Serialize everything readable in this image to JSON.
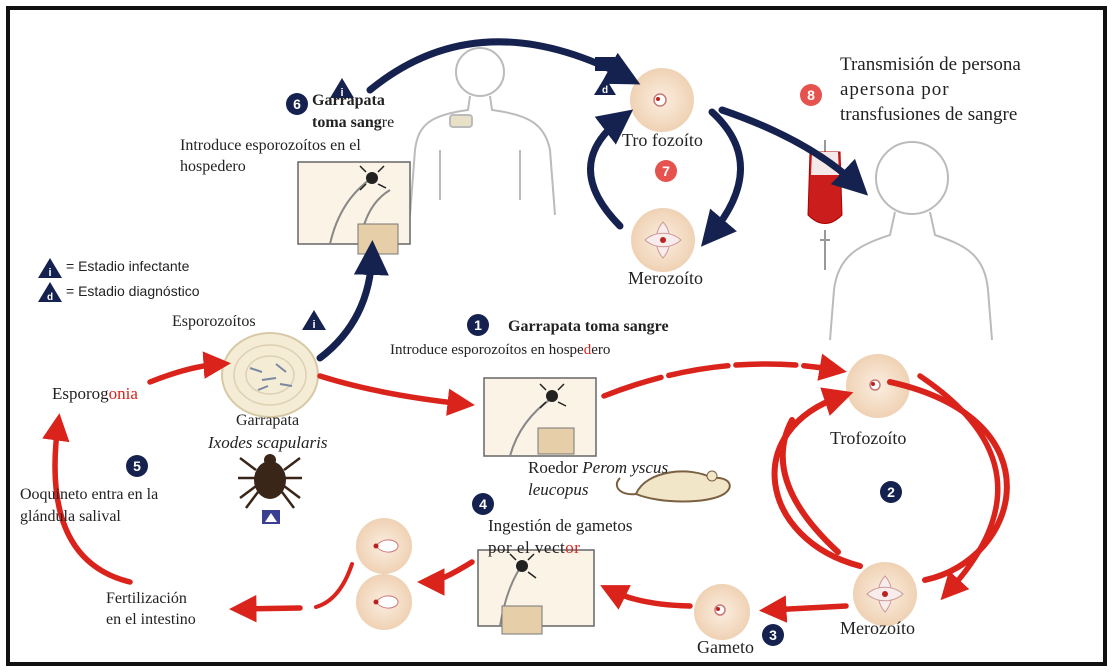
{
  "colors": {
    "red_arrow": "#d9231b",
    "navy_arrow": "#15224f",
    "cell": "#f3ddc6",
    "badge_red": "#e6524d"
  },
  "legend": {
    "infective": "= Estadio infectante",
    "diagnostic": "= Estadio diagnóstico",
    "infective_icon": "triangle-i-icon",
    "diagnostic_icon": "triangle-d-icon"
  },
  "human_cycle": {
    "step6_num": "6",
    "step6_title_a": "Garrapata",
    "step6_title_b": "toma sang",
    "step6_title_c": "re",
    "step6_desc_a": "Introduce esporozoítos en el",
    "step6_desc_b": "hospedero",
    "trofozoito": "Tro fozoíto",
    "merozoito": "Merozoíto",
    "step7_num": "7",
    "step8_num": "8",
    "transmission_a": "Transmisión de persona",
    "transmission_b": "apersona  por",
    "transmission_c": "transfusiones de sangre"
  },
  "tick_cycle": {
    "esporozoitos": "Esporozoítos",
    "esporogonia_a": "Esporog",
    "esporogonia_b": "onia",
    "garrapata": "Garrapata",
    "species": "Ixodes scapularis",
    "step5_num": "5",
    "ooquineto_a": "Ooquineto entra en la",
    "ooquineto_b": "glándula salival",
    "fertilizacion_a": "Fertilización",
    "fertilizacion_b": "en el intestino"
  },
  "rodent_cycle": {
    "step1_num": "1",
    "step1_title": "Garrapata toma sangre",
    "step1_desc_a": "Introduce esporozoítos en hospe",
    "step1_desc_b": "d",
    "step1_desc_c": "ero",
    "roedor_a": "Roedor ",
    "roedor_b": "Perom yscus",
    "roedor_c": "leucopus",
    "trofozoito": "Trofozoíto",
    "step2_num": "2",
    "merozoito": "Merozoíto",
    "gameto": "Gameto",
    "step3_num": "3",
    "step4_num": "4",
    "ingestion_a": "Ingestión de gametos",
    "ingestion_b": "por el  vect",
    "ingestion_c": "or"
  }
}
